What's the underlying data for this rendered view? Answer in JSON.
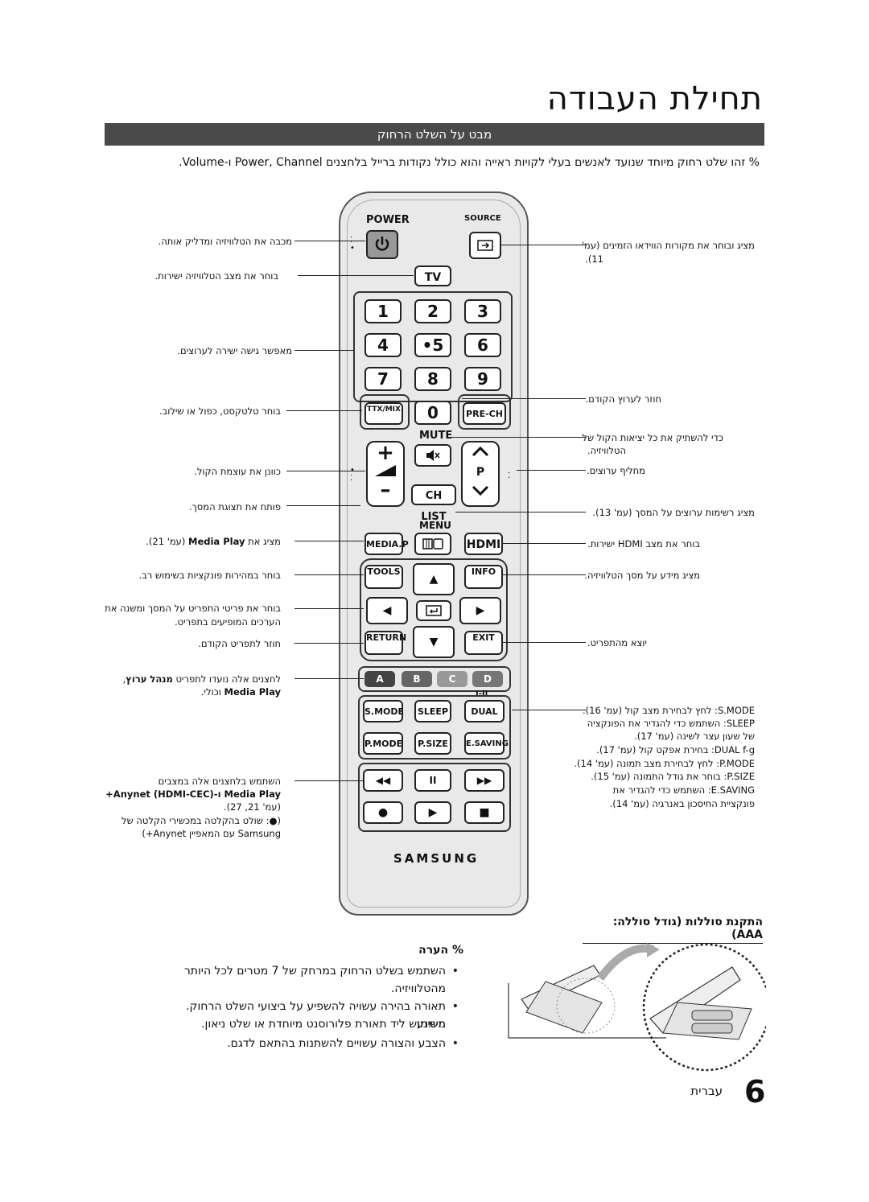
{
  "page_title": "תחילת העבודה",
  "section_title": "מבט על השלט הרחוק",
  "intro": "% זהו שלט רחוק מיוחד שנועד לאנשים בעלי לקויות ראייה והוא כולל נקודות ברייל בלחצנים Power, Channel ו-Volume.",
  "remote": {
    "power_label": "POWER",
    "source_label": "SOURCE",
    "tv": "TV",
    "numbers": [
      "1",
      "2",
      "3",
      "4",
      "•5",
      "6",
      "7",
      "8",
      "9"
    ],
    "ttx": "TTX/MIX",
    "zero": "0",
    "prech": "PRE-CH",
    "mute": "MUTE",
    "p": "P",
    "chlist": "CH LIST",
    "menu": "MENU",
    "mediap": "MEDIA.P",
    "hdmi": "HDMI",
    "tools": "TOOLS",
    "info": "INFO",
    "return": "RETURN",
    "exit": "EXIT",
    "colors": [
      "A",
      "B",
      "C",
      "D"
    ],
    "dual_mark": "I-II",
    "smode": "S.MODE",
    "sleep": "SLEEP",
    "dual": "DUAL",
    "pmode": "P.MODE",
    "psize": "P.SIZE",
    "esaving": "E.SAVING",
    "brand": "SAMSUNG",
    "rew": "◀◀",
    "pause": "II",
    "ff": "▶▶",
    "rec": "●",
    "play": "▶",
    "stop": "■",
    "button_colors": {
      "a": "#444444",
      "b": "#666666",
      "c": "#999999",
      "d": "#777777"
    }
  },
  "labels_left": {
    "power": "מכבה את הטלוויזיה ומדליק אותה.",
    "tv": "בוחר את מצב הטלוויזיה ישירות.",
    "numbers": "מאפשר גישה ישירה לערוצים.",
    "ttx": "בוחר טלטקסט, כפול או שילוב.",
    "vol": "כוונן את עוצמת הקול.",
    "menu": "פותח את תצוגת המסך.",
    "mediap_pre": "מציג את ",
    "mediap_bold": "Media Play",
    "mediap_post": " (עמ' 21).",
    "tools": "בוחר במהירות פונקציות בשימוש רב.",
    "nav1": "בוחר את פריטי התפריט על המסך ומשנה את",
    "nav2": "הערכים המופיעים בתפריט.",
    "return": "חוזר לתפריט הקודם.",
    "abcd1_pre": "לחצנים אלה נועדו לתפריט ",
    "abcd1_bold": "מנהל ערוץ",
    "abcd1_post": ",",
    "abcd2_bold": "Media Play",
    "abcd2_post": " וכולי.",
    "play1": "השתמש בלחצנים אלה במצבים",
    "play2": "Media Play ו-(HDMI-CEC) Anynet+",
    "play3": "(עמ' 21, 27).",
    "play4": "(●: שולט בהקלטה במכשירי הקלטה של",
    "play5": "Samsung עם המאפיין Anynet+)"
  },
  "labels_right": {
    "source1": "מציג ובוחר את מקורות הווידאו הזמינים (עמ'",
    "source2": "11).",
    "prech": "חוזר לערוץ הקודם.",
    "mute1": "כדי להשתיק את כל יציאות הקול של",
    "mute2": "הטלוויזיה.",
    "ch": "מחליף ערוצים.",
    "chlist": "מציג רשימות ערוצים על המסך (עמ' 13).",
    "hdmi": "בוחר את מצב HDMI ישירות.",
    "info": "מציג מידע על מסך הטלוויזיה.",
    "exit": "יוצא מהתפריט.",
    "smode": "S.MODE: לחץ לבחירת מצב קול (עמ' 16).",
    "sleep1": "SLEEP: השתמש כדי להגדיר את הפונקציה",
    "sleep2": "של שעון עצר לשינה (עמ' 17).",
    "dual": "DUAL f-g: בחירת אפקט קול (עמ' 17).",
    "pmode": "P.MODE: לחץ לבחירת מצב תמונה (עמ' 14).",
    "psize": "P.SIZE: בוחר את גודל התמונה (עמ' 15).",
    "esaving1": "E.SAVING: השתמש כדי להגדיר את",
    "esaving2": "פונקציית החיסכון באנרגיה (עמ' 14)."
  },
  "battery_title": "התקנת סוללות (גודל סוללה: AAA)",
  "note_title": "% הערה",
  "notes": [
    "השתמש בשלט הרחוק במרחק של 7 מטרים לכל היותר",
    "מהטלוויזיה.",
    "תאורה בהירה עשויה להשפיע על ביצועי השלט הרחוק. הימנע",
    "משימוש ליד תאורת פלורוסנט מיוחדת או שלט ניאון.",
    "הצבע והצורה עשויים להשתנות בהתאם לדגם."
  ],
  "footer_word": "עברית",
  "footer_num": "6"
}
